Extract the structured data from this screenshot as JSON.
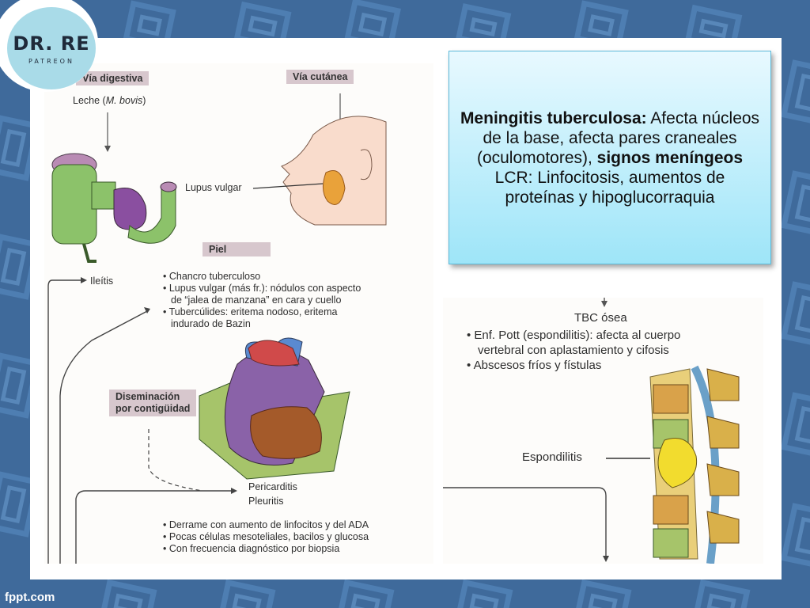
{
  "logo": {
    "title": "DR. RE",
    "subtitle": "PATREON"
  },
  "footer": {
    "brand": "fppt.com"
  },
  "figure_left": {
    "via_digestiva": "Vía digestiva",
    "leche_prefix": "Leche (",
    "leche_italic": "M. bovis",
    "leche_suffix": ")",
    "via_cutanea": "Vía cutánea",
    "lupus_label": "Lupus vulgar",
    "piel": "Piel",
    "ileitis": "Ileítis",
    "piel_items": [
      "Chancro tuberculoso",
      "Lupus vulgar (más fr.): nódulos con aspecto",
      "de “jalea de manzana” en cara y cuello",
      "Tubercúlides: eritema nodoso, eritema",
      "indurado de Bazin"
    ],
    "diseminacion_1": "Diseminación",
    "diseminacion_2": "por contigüidad",
    "pericarditis": "Pericarditis",
    "pleuritis": "Pleuritis",
    "bottom_items": [
      "Derrame con aumento de linfocitos y del ADA",
      "Pocas células mesoteliales, bacilos y glucosa",
      "Con frecuencia diagnóstico por biopsia"
    ]
  },
  "callout": {
    "bold1": "Meningitis tuberculosa:",
    "text1": " Afecta núcleos de la base, afecta pares craneales (oculomotores), ",
    "bold2": "signos meníngeos",
    "text2": "LCR: Linfocitosis, aumentos de proteínas y hipoglucorraquia"
  },
  "figure_right": {
    "title": "TBC ósea",
    "items": [
      "Enf. Pott (espondilitis): afecta al cuerpo",
      "vertebral con aplastamiento y cifosis",
      "Abscesos fríos y fístulas"
    ],
    "espondilitis": "Espondilitis"
  },
  "colors": {
    "background": "#3f6a9b",
    "callout_top": "#e8f9ff",
    "callout_bottom": "#9ee5f8",
    "tag": "#d7c7cd"
  }
}
